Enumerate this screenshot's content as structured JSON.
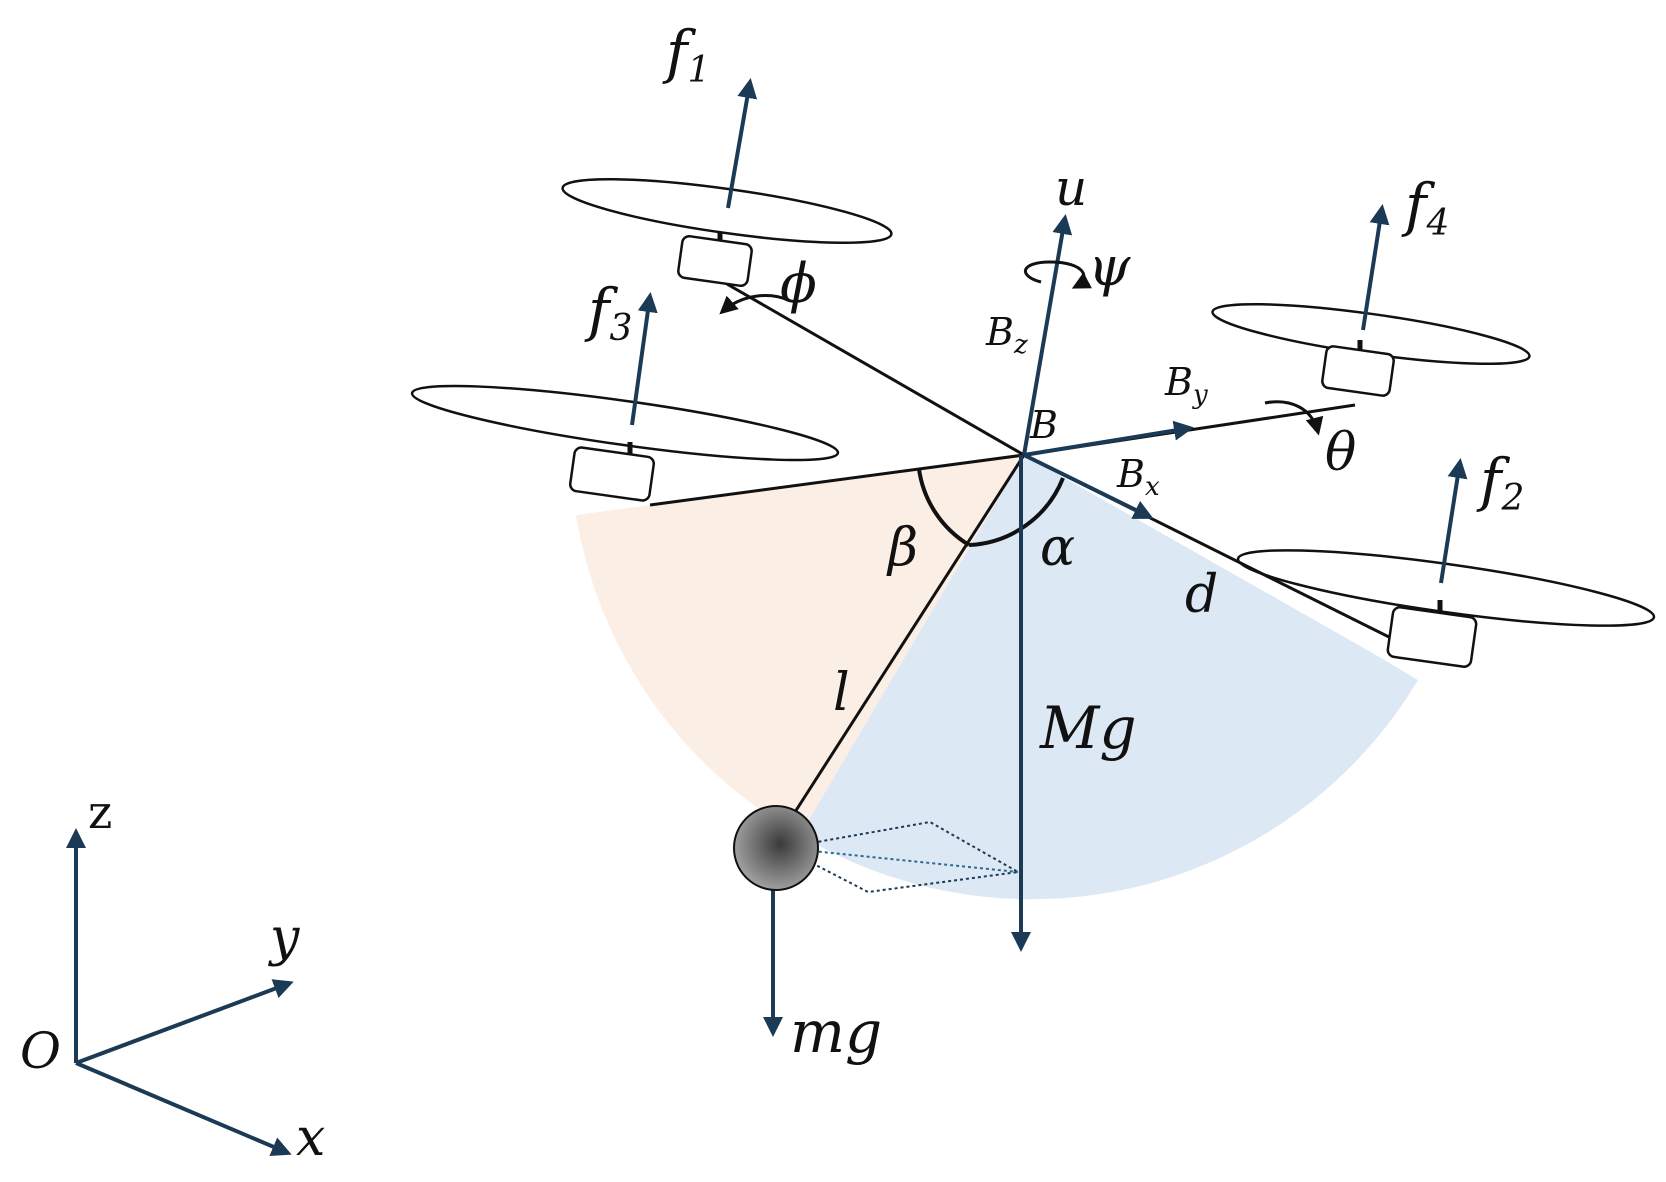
{
  "colors": {
    "vector": "#1b3a55",
    "rod": "#111111",
    "sector_beta": "#fbeee5",
    "sector_alpha": "#dde8f5",
    "motor_fill": "#ffffff"
  },
  "labels": {
    "f1": "f",
    "f1_sub": "1",
    "f2": "f",
    "f2_sub": "2",
    "f3": "f",
    "f3_sub": "3",
    "f4": "f",
    "f4_sub": "4",
    "u": "u",
    "psi": "ψ",
    "phi": "ϕ",
    "theta": "θ",
    "bz": "B",
    "bz_sub": "z",
    "by": "B",
    "by_sub": "y",
    "bx": "B",
    "bx_sub": "x",
    "b": "B",
    "beta": "β",
    "alpha": "α",
    "d": "d",
    "l": "l",
    "Mg": "Mg",
    "mg": "mg",
    "z": "z",
    "y": "y",
    "x": "x",
    "O": "O"
  },
  "icons": {
    "payload": "payload-sphere-icon",
    "motor": "motor-icon",
    "propeller": "propeller-disc-icon"
  }
}
